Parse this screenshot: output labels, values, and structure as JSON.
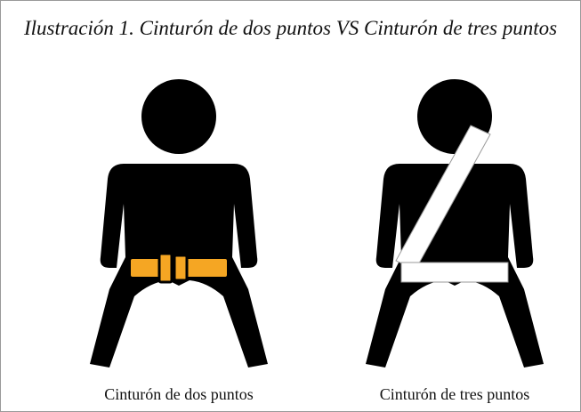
{
  "figure": {
    "title": "Ilustración 1. Cinturón de dos puntos VS Cinturón de tres puntos",
    "left_caption": "Cinturón de dos puntos",
    "right_caption": "Cinturón de tres puntos",
    "colors": {
      "figure_fill": "#000000",
      "lap_belt": "#f5a623",
      "shoulder_belt": "#ffffff"
    }
  }
}
